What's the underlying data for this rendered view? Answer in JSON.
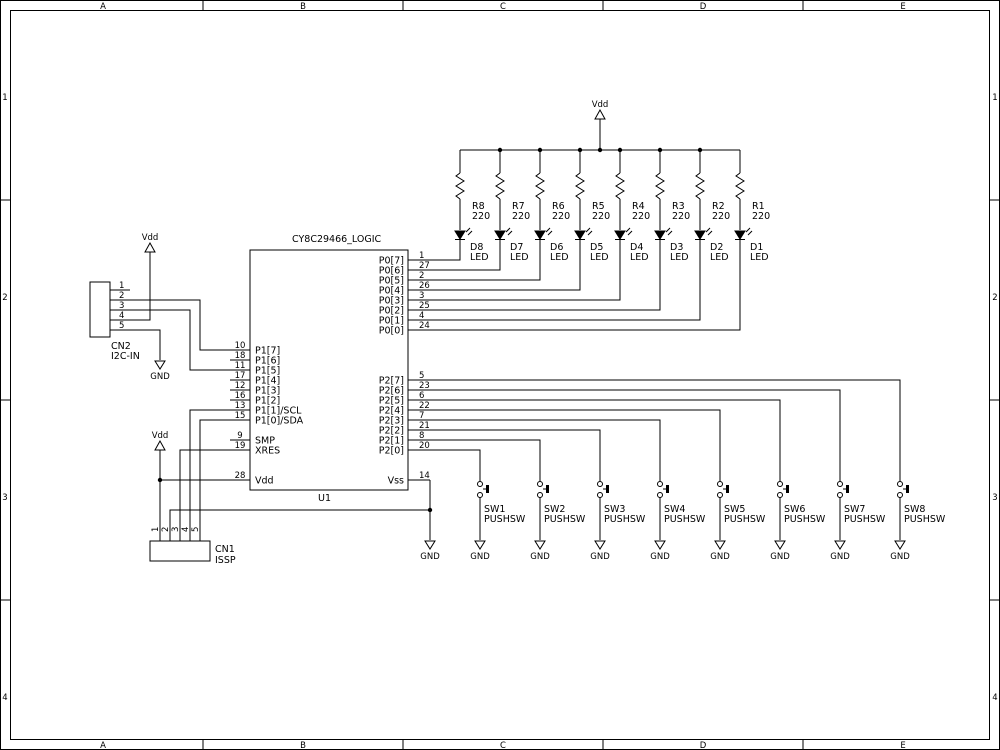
{
  "frame": {
    "columns": [
      "A",
      "B",
      "C",
      "D",
      "E"
    ],
    "rows": [
      "1",
      "2",
      "3",
      "4"
    ]
  },
  "u1": {
    "title": "CY8C29466_LOGIC",
    "ref": "U1",
    "left_pins": [
      {
        "num": "10",
        "name": "P1[7]"
      },
      {
        "num": "18",
        "name": "P1[6]"
      },
      {
        "num": "11",
        "name": "P1[5]"
      },
      {
        "num": "17",
        "name": "P1[4]"
      },
      {
        "num": "12",
        "name": "P1[3]"
      },
      {
        "num": "16",
        "name": "P1[2]"
      },
      {
        "num": "13",
        "name": "P1[1]/SCL"
      },
      {
        "num": "15",
        "name": "P1[0]/SDA"
      },
      {
        "num": "9",
        "name": "SMP"
      },
      {
        "num": "19",
        "name": "XRES"
      },
      {
        "num": "28",
        "name": "Vdd"
      }
    ],
    "right_pins_p0": [
      {
        "num": "1",
        "name": "P0[7]"
      },
      {
        "num": "27",
        "name": "P0[6]"
      },
      {
        "num": "2",
        "name": "P0[5]"
      },
      {
        "num": "26",
        "name": "P0[4]"
      },
      {
        "num": "3",
        "name": "P0[3]"
      },
      {
        "num": "25",
        "name": "P0[2]"
      },
      {
        "num": "4",
        "name": "P0[1]"
      },
      {
        "num": "24",
        "name": "P0[0]"
      }
    ],
    "right_pins_p2": [
      {
        "num": "5",
        "name": "P2[7]"
      },
      {
        "num": "23",
        "name": "P2[6]"
      },
      {
        "num": "6",
        "name": "P2[5]"
      },
      {
        "num": "22",
        "name": "P2[4]"
      },
      {
        "num": "7",
        "name": "P2[3]"
      },
      {
        "num": "21",
        "name": "P2[2]"
      },
      {
        "num": "8",
        "name": "P2[1]"
      },
      {
        "num": "20",
        "name": "P2[0]"
      }
    ],
    "vss_pin": {
      "num": "14",
      "name": "Vss"
    }
  },
  "resistors": [
    {
      "ref": "R8",
      "value": "220"
    },
    {
      "ref": "R7",
      "value": "220"
    },
    {
      "ref": "R6",
      "value": "220"
    },
    {
      "ref": "R5",
      "value": "220"
    },
    {
      "ref": "R4",
      "value": "220"
    },
    {
      "ref": "R3",
      "value": "220"
    },
    {
      "ref": "R2",
      "value": "220"
    },
    {
      "ref": "R1",
      "value": "220"
    }
  ],
  "leds": [
    {
      "ref": "D8",
      "value": "LED"
    },
    {
      "ref": "D7",
      "value": "LED"
    },
    {
      "ref": "D6",
      "value": "LED"
    },
    {
      "ref": "D5",
      "value": "LED"
    },
    {
      "ref": "D4",
      "value": "LED"
    },
    {
      "ref": "D3",
      "value": "LED"
    },
    {
      "ref": "D2",
      "value": "LED"
    },
    {
      "ref": "D1",
      "value": "LED"
    }
  ],
  "switches": [
    {
      "ref": "SW1",
      "value": "PUSHSW"
    },
    {
      "ref": "SW2",
      "value": "PUSHSW"
    },
    {
      "ref": "SW3",
      "value": "PUSHSW"
    },
    {
      "ref": "SW4",
      "value": "PUSHSW"
    },
    {
      "ref": "SW5",
      "value": "PUSHSW"
    },
    {
      "ref": "SW6",
      "value": "PUSHSW"
    },
    {
      "ref": "SW7",
      "value": "PUSHSW"
    },
    {
      "ref": "SW8",
      "value": "PUSHSW"
    }
  ],
  "cn2": {
    "ref": "CN2",
    "value": "I2C-IN",
    "pins": [
      "1",
      "2",
      "3",
      "4",
      "5"
    ]
  },
  "cn1": {
    "ref": "CN1",
    "value": "ISSP",
    "pins": [
      "1",
      "2",
      "3",
      "4",
      "5"
    ]
  },
  "nets": {
    "vdd": "Vdd",
    "gnd": "GND"
  }
}
